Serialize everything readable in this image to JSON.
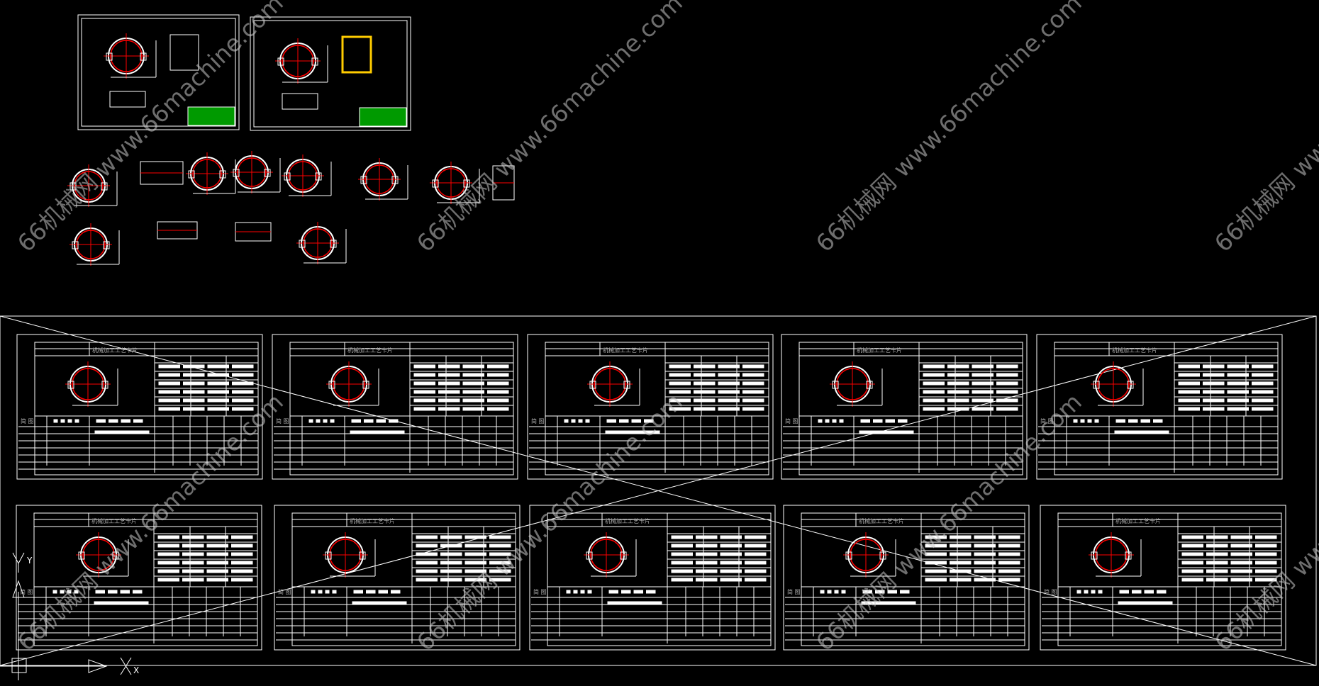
{
  "drawing": {
    "card_title": "机械加工工艺卡片",
    "sketch_label": "简 图",
    "axis_x": "X",
    "axis_y": "Y",
    "colors": {
      "line": "#ffffff",
      "center": "#ff0000",
      "title_block": "#00c000",
      "part": "#ffcc00"
    }
  },
  "watermark": {
    "text": "66机械网 www.66machine.com"
  }
}
